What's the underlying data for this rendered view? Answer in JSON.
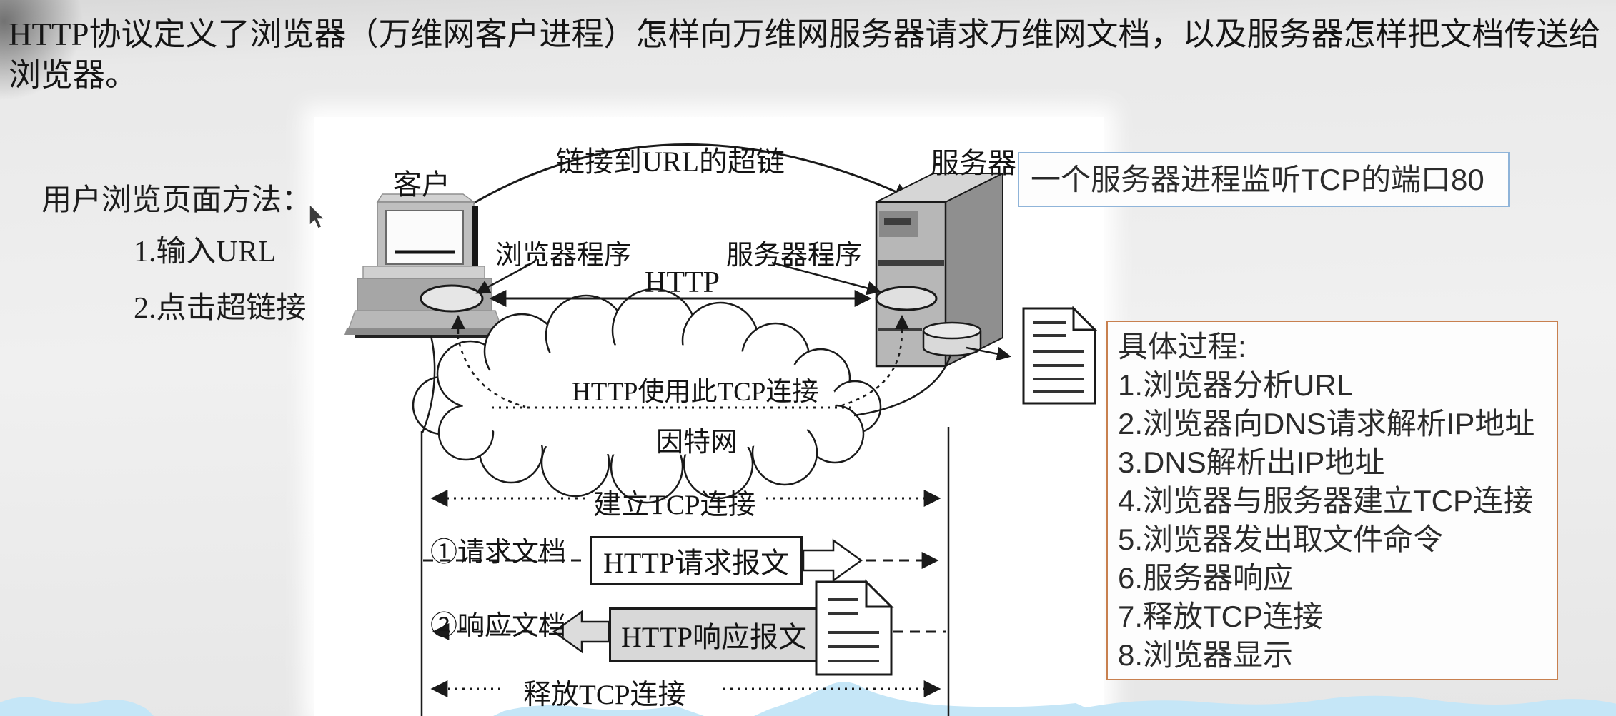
{
  "intro": {
    "line1": "HTTP协议定义了浏览器（万维网客户进程）怎样向万维网服务器请求万维网文档，以及服务器怎样把文档传送给",
    "line2": "浏览器。"
  },
  "browse_methods": {
    "title": "用户浏览页面方法：",
    "item1": "1.输入URL",
    "item2": "2.点击超链接"
  },
  "diagram": {
    "client_label": "客户",
    "server_label": "服务器",
    "hyperlink_label": "链接到URL的超链",
    "browser_program_label": "浏览器程序",
    "server_program_label": "服务器程序",
    "http_label": "HTTP",
    "cloud_tcp_label": "HTTP使用此TCP连接",
    "internet_label": "因特网",
    "establish_label": "建立TCP连接",
    "request_step_label": "①请求文档",
    "request_msg_label": "HTTP请求报文",
    "response_step_label": "②响应文档",
    "response_msg_label": "HTTP响应报文",
    "release_label": "释放TCP连接"
  },
  "port_box": {
    "text": "一个服务器进程监听TCP的端口80"
  },
  "process_box": {
    "title": "具体过程:",
    "steps": [
      "1.浏览器分析URL",
      "2.浏览器向DNS请求解析IP地址",
      "3.DNS解析出IP地址",
      "4.浏览器与服务器建立TCP连接",
      "5.浏览器发出取文件命令",
      "6.服务器响应",
      "7.释放TCP连接",
      "8.浏览器显示"
    ]
  },
  "colors": {
    "port_box_border": "#8fb4d9",
    "process_box_border": "#c8804f",
    "wave_blue": "#c5e6f7",
    "ink": "#1a1a1a"
  }
}
